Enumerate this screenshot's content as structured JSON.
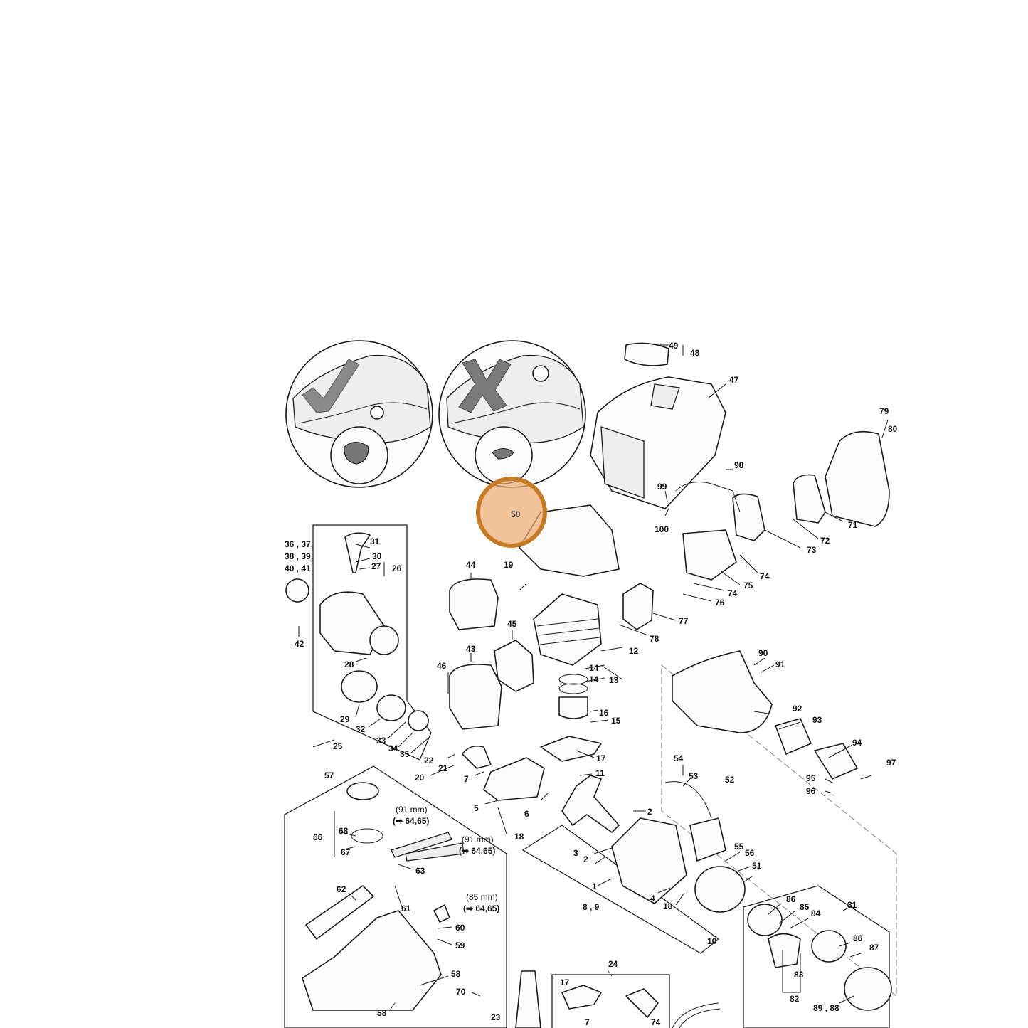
{
  "hotspot": {
    "label": "50",
    "color": "#c87a24",
    "fill": "#ecaa6e"
  },
  "labels": {
    "l1": "1",
    "l2a": "2",
    "l2b": "2",
    "l3": "3",
    "l4": "4",
    "l5": "5",
    "l6": "6",
    "l7a": "7",
    "l7b": "7",
    "l89": "8 , 9",
    "l10": "10",
    "l11": "11",
    "l12": "12",
    "l13": "13",
    "l14a": "14",
    "l14b": "14",
    "l15": "15",
    "l16": "16",
    "l17a": "17",
    "l17b": "17",
    "l18a": "18",
    "l18b": "18",
    "l19": "19",
    "l20": "20",
    "l21": "21",
    "l22": "22",
    "l23": "23",
    "l24": "24",
    "l25": "25",
    "l26": "26",
    "l27": "27",
    "l28": "28",
    "l29": "29",
    "l30": "30",
    "l31": "31",
    "l32": "32",
    "l33": "33",
    "l34": "34",
    "l35": "35",
    "l3641": "36 , 37,\n38 , 39,\n40 , 41",
    "l42": "42",
    "l43": "43",
    "l44": "44",
    "l45": "45",
    "l46": "46",
    "l47": "47",
    "l48": "48",
    "l49": "49",
    "l51": "51",
    "l52": "52",
    "l53": "53",
    "l54": "54",
    "l55": "55",
    "l56": "56",
    "l57": "57",
    "l58a": "58",
    "l58b": "58",
    "l59": "59",
    "l60": "60",
    "l61": "61",
    "l62": "62",
    "l63": "63",
    "l66": "66",
    "l67": "67",
    "l68": "68",
    "l70": "70",
    "l71": "71",
    "l72": "72",
    "l73": "73",
    "l74a": "74",
    "l74b": "74",
    "l74c": "74",
    "l75": "75",
    "l76": "76",
    "l77": "77",
    "l78": "78",
    "l79": "79",
    "l80": "80",
    "l81": "81",
    "l82": "82",
    "l83": "83",
    "l84": "84",
    "l85": "85",
    "l86a": "86",
    "l86b": "86",
    "l87": "87",
    "l8988": "89 , 88",
    "l90": "90",
    "l91": "91",
    "l92": "92",
    "l93": "93",
    "l94": "94",
    "l95": "95",
    "l96": "96",
    "l97": "97",
    "l98": "98",
    "l99": "99",
    "l100": "100"
  },
  "notes": {
    "n1_len": "(91 mm)",
    "n1_ref": "(➡ 64,65)",
    "n2_len": "(91 mm)",
    "n2_ref": "(➡ 64,65)",
    "n3_len": "(85 mm)",
    "n3_ref": "(➡ 64,65)"
  }
}
